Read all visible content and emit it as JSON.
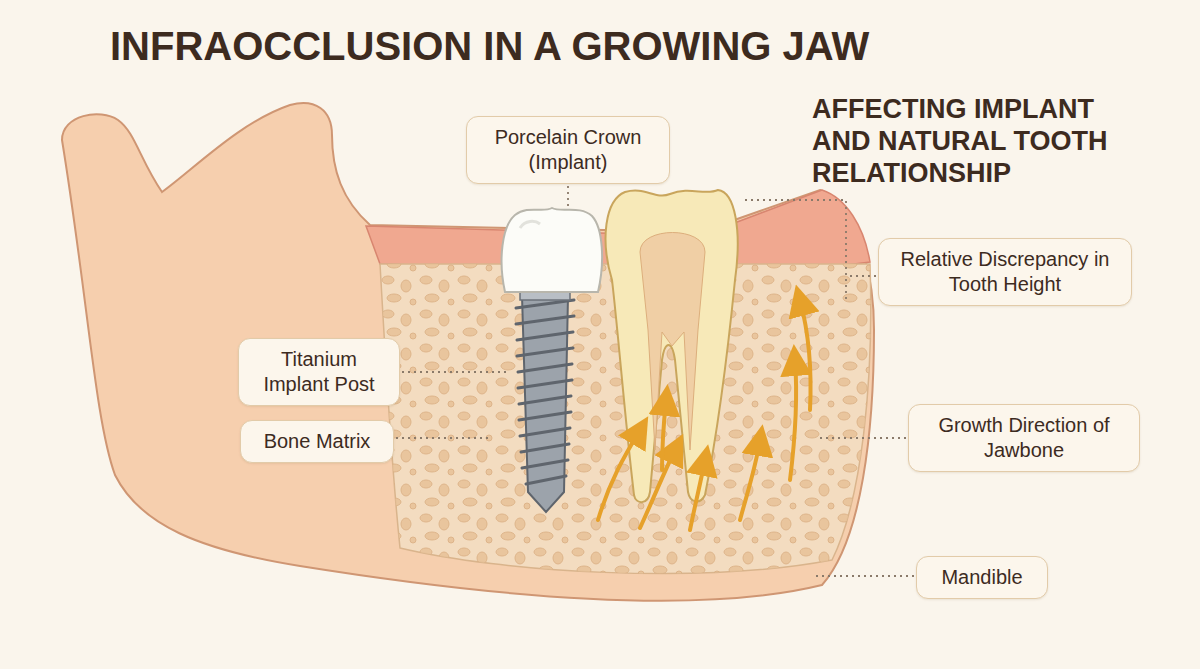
{
  "diagram": {
    "title": "INFRAOCCLUSION IN A GROWING JAW",
    "nodes": [
      {
        "text": [
          "Porcelain Crown (Implant)"
        ]
      },
      {
        "text": [
          "Relative Discrepancy in Tooth Height"
        ]
      },
      {
        "text": [
          "Titanium Implant Post"
        ]
      },
      {
        "text": [
          "Bone Matrix"
        ]
      },
      {
        "text": [
          "Growth Direction of Jawbone"
        ]
      },
      {
        "text": [
          "Mandible"
        ]
      }
    ],
    "labels": [
      "AFFECTING IMPLANT AND NATURAL TOOTH RELATIONSHIP"
    ]
  }
}
